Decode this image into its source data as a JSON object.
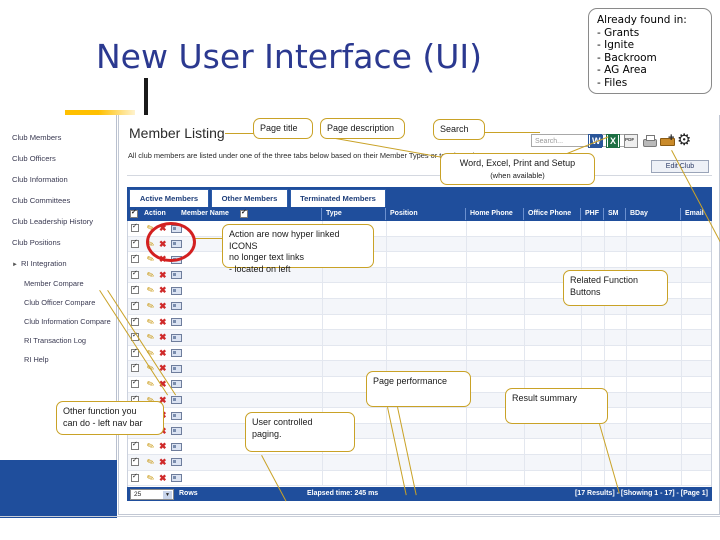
{
  "slide": {
    "title": "New User Interface (UI)",
    "found_note": {
      "heading": "Already found in:",
      "items": [
        "- Grants",
        "- Ignite",
        "- Backroom",
        "- AG Area",
        "- Files"
      ]
    }
  },
  "sidebar": {
    "items": [
      {
        "label": "Club Members"
      },
      {
        "label": "Club Officers"
      },
      {
        "label": "Club Information"
      },
      {
        "label": "Club Committees"
      },
      {
        "label": "Club Leadership History"
      },
      {
        "label": "Club Positions"
      },
      {
        "label": "RI Integration"
      }
    ],
    "sub_items": [
      {
        "label": "Member Compare"
      },
      {
        "label": "Club Officer Compare"
      },
      {
        "label": "Club Information Compare"
      },
      {
        "label": "RI Transaction Log"
      },
      {
        "label": "RI Help"
      }
    ]
  },
  "page": {
    "title": "Member Listing",
    "description": "All club members are listed under one of the three tabs below based on their Member Types or terminated status.",
    "edit_club_label": "Edit Club"
  },
  "search": {
    "placeholder": "Search..."
  },
  "toolbar": {
    "icons": [
      {
        "name": "word-icon",
        "label": "W"
      },
      {
        "name": "excel-icon",
        "label": "X"
      },
      {
        "name": "pdf-icon",
        "label": "PDF"
      },
      {
        "name": "print-icon",
        "label": ""
      },
      {
        "name": "add-icon",
        "label": "+"
      },
      {
        "name": "gear-icon",
        "label": ""
      }
    ]
  },
  "tabs": [
    {
      "label": "Active Members",
      "active": true
    },
    {
      "label": "Other Members",
      "active": false
    },
    {
      "label": "Terminated Members",
      "active": false
    }
  ],
  "table": {
    "columns": [
      "Action",
      "Member Name",
      "Type",
      "Position",
      "Home Phone",
      "Office Phone",
      "PHF",
      "SM",
      "BDay",
      "Email"
    ],
    "row_count": 17,
    "action_icons": [
      "edit-pencil-icon",
      "delete-x-icon",
      "member-card-icon"
    ]
  },
  "footer": {
    "rows_value": "25",
    "rows_label": "Rows",
    "elapsed": "Elapsed time: 245 ms",
    "result_summary": "[17 Results] - [Showing 1 - 17] - [Page 1]"
  },
  "callouts": {
    "page_title": "Page title",
    "page_description": "Page description",
    "search": "Search",
    "word_excel_print": "Word, Excel, Print and Setup",
    "word_excel_print_sub": "(when available)",
    "actions": "Action are now hyper linked ICONS\n  no longer text links\n- located on left",
    "related_function": "Related Function\nButtons",
    "left_nav": "Other function you\ncan do - left nav bar",
    "paging": "User controlled\npaging.",
    "page_performance": "Page performance",
    "result_summary": "Result summary"
  },
  "colors": {
    "title_blue": "#2b3990",
    "header_blue": "#1f4e9c",
    "callout_border": "#c9a227",
    "highlight_red": "#d32020"
  }
}
